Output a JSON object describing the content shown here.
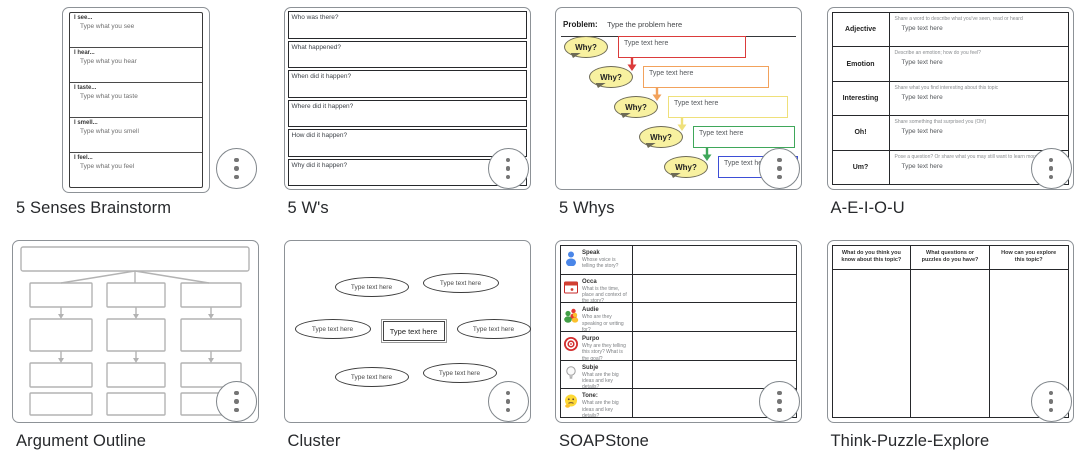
{
  "page": {
    "background": "#ffffff",
    "title_color": "#27292c"
  },
  "menu_button": {
    "name": "more-options",
    "icon": "vertical-dots-icon",
    "dot_color": "#757575"
  },
  "cards": [
    {
      "title": "5 Senses Brainstorm",
      "sections": [
        {
          "label": "I see...",
          "hint": "Type what you see"
        },
        {
          "label": "I hear...",
          "hint": "Type what you hear"
        },
        {
          "label": "I taste...",
          "hint": "Type what you taste"
        },
        {
          "label": "I smell...",
          "hint": "Type what you smell"
        },
        {
          "label": "I feel...",
          "hint": "Type what you feel"
        }
      ]
    },
    {
      "title": "5 W's",
      "rows": [
        {
          "question": "Who was there?"
        },
        {
          "question": "What happened?"
        },
        {
          "question": "When did it happen?"
        },
        {
          "question": "Where did it happen?"
        },
        {
          "question": "How did it happen?"
        },
        {
          "question": "Why did it happen?"
        }
      ]
    },
    {
      "title": "5 Whys",
      "problem_label": "Problem:",
      "problem_hint": "Type the problem here",
      "bubble_fill": "#f8f1a0",
      "steps": [
        {
          "bubble": "Why?",
          "hint": "Type text here",
          "color": "#db3b3b"
        },
        {
          "bubble": "Why?",
          "hint": "Type text here",
          "color": "#f2a25c"
        },
        {
          "bubble": "Why?",
          "hint": "Type text here",
          "color": "#efe07a"
        },
        {
          "bubble": "Why?",
          "hint": "Type text here",
          "color": "#3fa75a"
        },
        {
          "bubble": "Why?",
          "hint": "Type text here",
          "color": "#3d4ed6"
        }
      ]
    },
    {
      "title": "A-E-I-O-U",
      "rows": [
        {
          "label": "Adjective",
          "prompt": "Share a word to describe what you've seen, read or heard",
          "hint": "Type text here"
        },
        {
          "label": "Emotion",
          "prompt": "Describe an emotion; how do you feel?",
          "hint": "Type text here"
        },
        {
          "label": "Interesting",
          "prompt": "Share what you find interesting about this topic",
          "hint": "Type text here"
        },
        {
          "label": "Oh!",
          "prompt": "Share something that surprised you (Oh!)",
          "hint": "Type text here"
        },
        {
          "label": "Um?",
          "prompt": "Pose a question? Or share what you may still want to learn more about",
          "hint": "Type text here"
        }
      ]
    },
    {
      "title": "Argument Outline"
    },
    {
      "title": "Cluster",
      "center_hint": "Type text here",
      "ovals": [
        {
          "hint": "Type text here"
        },
        {
          "hint": "Type text here"
        },
        {
          "hint": "Type text here"
        },
        {
          "hint": "Type text here"
        },
        {
          "hint": "Type text here"
        },
        {
          "hint": "Type text here"
        }
      ]
    },
    {
      "title": "SOAPStone",
      "rows": [
        {
          "icon": "speaker-person-icon",
          "label": "Speak",
          "prompt": "Whose voice is telling the story?"
        },
        {
          "icon": "occasion-calendar-icon",
          "label": "Occa",
          "prompt": "What is the time, place and context of the story?"
        },
        {
          "icon": "audience-people-icon",
          "label": "Audie",
          "prompt": "Who are they speaking or writing for?"
        },
        {
          "icon": "purpose-target-icon",
          "label": "Purpo",
          "prompt": "Why are they telling this story? What is the goal?"
        },
        {
          "icon": "subject-lightbulb-icon",
          "label": "Subje",
          "prompt": "What are the big ideas and key details?"
        },
        {
          "icon": "tone-thinking-face-icon",
          "label": "Tone:",
          "prompt": "What are the big ideas and key details?"
        }
      ]
    },
    {
      "title": "Think-Puzzle-Explore",
      "columns": [
        {
          "header": "What do you think you know about this topic?"
        },
        {
          "header": "What questions or puzzles do you have?"
        },
        {
          "header": "How can you explore this topic?"
        }
      ]
    }
  ]
}
